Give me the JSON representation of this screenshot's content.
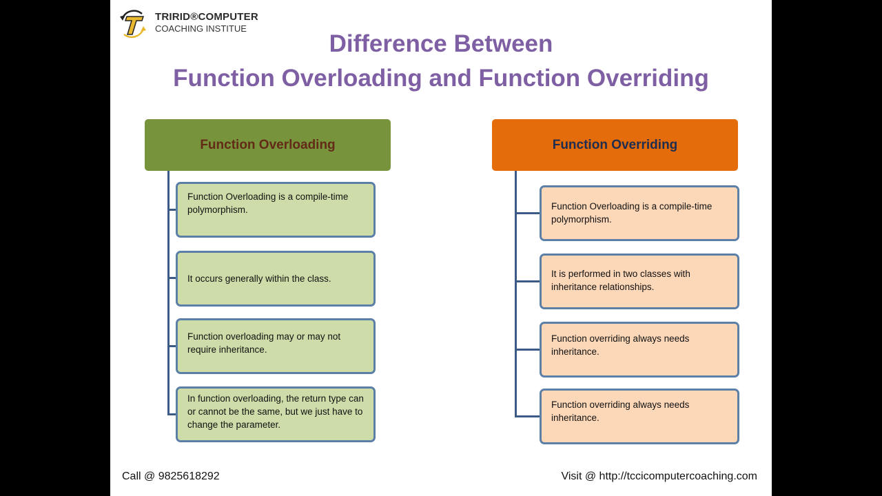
{
  "logo": {
    "line1": "TRIRID®COMPUTER",
    "line2": "COACHING INSTITUE",
    "icon": "tccI-logo-icon"
  },
  "title": {
    "line1": "Difference Between",
    "line2": "Function Overloading and Function Overriding",
    "color": "#7f5fa3"
  },
  "overloading": {
    "header": "Function Overloading",
    "header_bg": "#77933c",
    "items": [
      "Function Overloading is  a compile-time polymorphism.",
      "It occurs generally within the class.",
      "Function overloading may or may not require inheritance.",
      "In function overloading, the return type can or cannot be the same, but we just have to change the parameter."
    ]
  },
  "overriding": {
    "header": "Function Overriding",
    "header_bg": "#e46c0a",
    "items": [
      "Function Overloading is  a compile-time polymorphism.",
      "It is performed  in two classes with inheritance relationships.",
      "Function overriding always needs inheritance.",
      "Function overriding always needs inheritance."
    ]
  },
  "footer": {
    "call": "Call @ 9825618292",
    "visit": "Visit @ http://tccicomputercoaching.com"
  }
}
